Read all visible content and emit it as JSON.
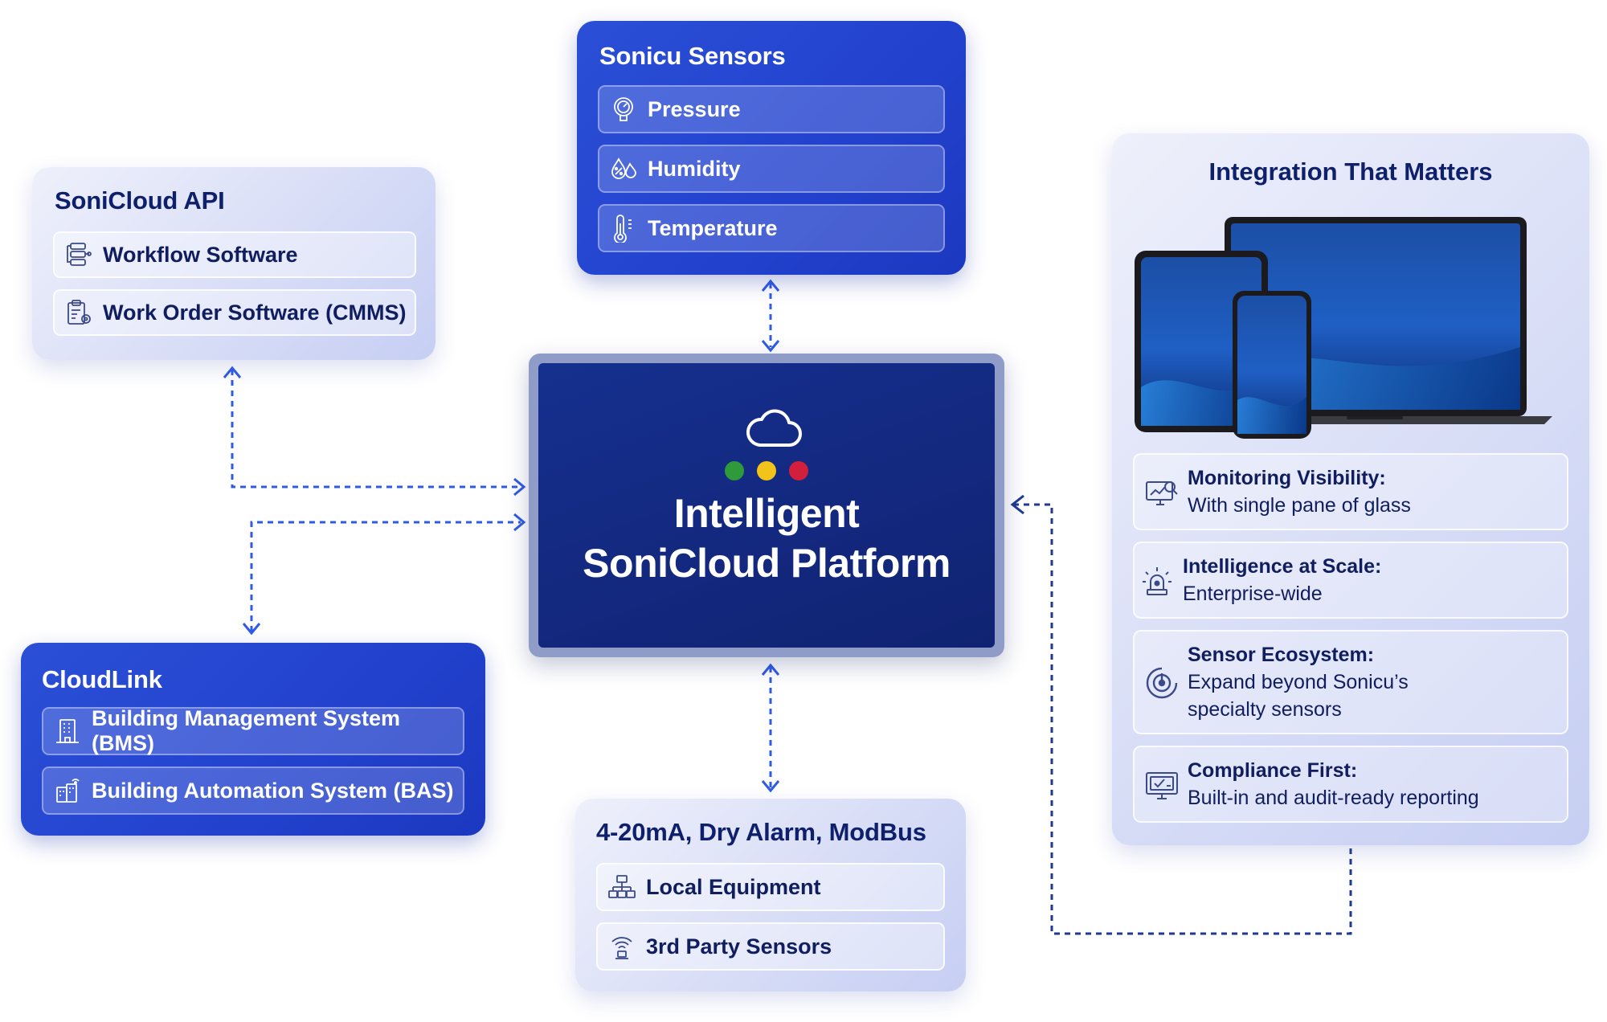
{
  "sonicloud_api": {
    "title": "SoniCloud API",
    "items": [
      {
        "label": "Workflow Software",
        "icon": "workflow-icon"
      },
      {
        "label": "Work Order Software (CMMS)",
        "icon": "clipboard-gear-icon"
      }
    ]
  },
  "sonicu_sensors": {
    "title": "Sonicu Sensors",
    "items": [
      {
        "label": "Pressure",
        "icon": "pressure-gauge-icon"
      },
      {
        "label": "Humidity",
        "icon": "humidity-icon"
      },
      {
        "label": "Temperature",
        "icon": "thermometer-icon"
      }
    ]
  },
  "platform": {
    "line1": "Intelligent",
    "line2": "SoniCloud Platform",
    "icon": "cloud-icon",
    "dot_colors": [
      "#2f9a3a",
      "#f2c318",
      "#d21f3c"
    ]
  },
  "cloudlink": {
    "title": "CloudLink",
    "items": [
      {
        "label": "Building Management System (BMS)",
        "icon": "building-icon"
      },
      {
        "label": "Building Automation System (BAS)",
        "icon": "building-wifi-icon"
      }
    ]
  },
  "protocols": {
    "title": "4-20mA, Dry Alarm, ModBus",
    "items": [
      {
        "label": "Local Equipment",
        "icon": "network-icon"
      },
      {
        "label": "3rd Party Sensors",
        "icon": "wireless-sensor-icon"
      }
    ]
  },
  "integration": {
    "title": "Integration That Matters",
    "devices": [
      "tablet",
      "laptop",
      "phone"
    ],
    "features": [
      {
        "title": "Monitoring Visibility:",
        "lines": [
          "With single pane of glass"
        ],
        "icon": "monitor-search-icon"
      },
      {
        "title": "Intelligence at Scale:",
        "lines": [
          "Enterprise-wide"
        ],
        "icon": "alarm-beacon-icon"
      },
      {
        "title": "Sensor Ecosystem:",
        "lines": [
          "Expand beyond Sonicu’s",
          "specialty sensors"
        ],
        "icon": "radar-icon"
      },
      {
        "title": "Compliance First:",
        "lines": [
          "Built-in and audit-ready reporting"
        ],
        "icon": "report-check-icon"
      }
    ]
  },
  "colors": {
    "brand_blue": "#2343cf",
    "navy": "#13287e",
    "text_dark": "#101d5e",
    "connector": "#2f5be6",
    "connector_dark": "#1f3a8f"
  }
}
